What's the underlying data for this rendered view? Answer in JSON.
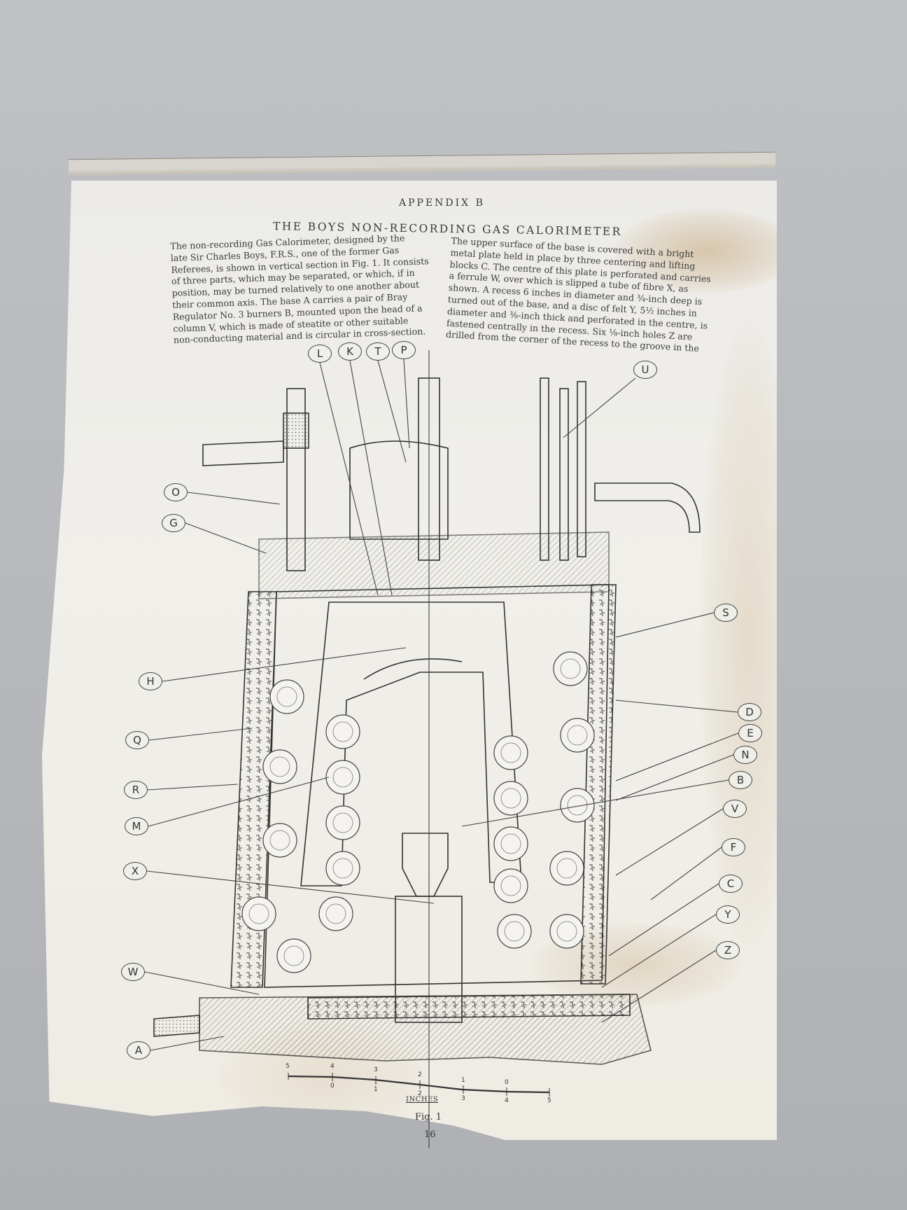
{
  "document": {
    "appendix": "APPENDIX B",
    "title": "THE BOYS NON-RECORDING GAS CALORIMETER",
    "left_column": [
      "The non-recording Gas Calorimeter, designed by the",
      "late Sir Charles Boys, F.R.S., one of the former Gas",
      "Referees, is shown in vertical section in Fig. 1. It consists",
      "of three parts, which may be separated, or which, if in",
      "position, may be turned relatively to one another about",
      "their common axis. The base A carries a pair of Bray",
      "Regulator No. 3 burners B, mounted upon the head of a",
      "column V, which is made of steatite or other suitable",
      "non-conducting material and is circular in cross-section."
    ],
    "right_column": [
      "The upper surface of the base is covered with a bright",
      "metal plate held in place by three centering and lifting",
      "blocks C. The centre of this plate is perforated and carries",
      "a ferrule W, over which is slipped a tube of fibre X, as",
      "shown. A recess 6 inches in diameter and ¾-inch deep is",
      "turned out of the base, and a disc of felt Y, 5½ inches in",
      "diameter and ⅜-inch thick and perforated in the centre, is",
      "fastened centrally in the recess. Six ⅛-inch holes Z are",
      "drilled from the corner of the recess to the groove in the"
    ],
    "figure": {
      "caption": "Fig. 1",
      "scale_unit": "INCHES",
      "scale_top_ticks": [
        "5",
        "4",
        "3",
        "2"
      ],
      "scale_bottom_ticks": [
        "0",
        "1",
        "2",
        "3",
        "4",
        "5"
      ],
      "scale_right_ticks": [
        "1",
        "0"
      ],
      "labels_top": [
        "L",
        "K",
        "T",
        "P",
        "U"
      ],
      "labels_left": [
        "O",
        "G",
        "H",
        "Q",
        "R",
        "M",
        "X",
        "W",
        "A"
      ],
      "labels_right": [
        "S",
        "D",
        "E",
        "N",
        "B",
        "V",
        "F",
        "C",
        "Y",
        "Z"
      ]
    },
    "page_number": "16"
  }
}
